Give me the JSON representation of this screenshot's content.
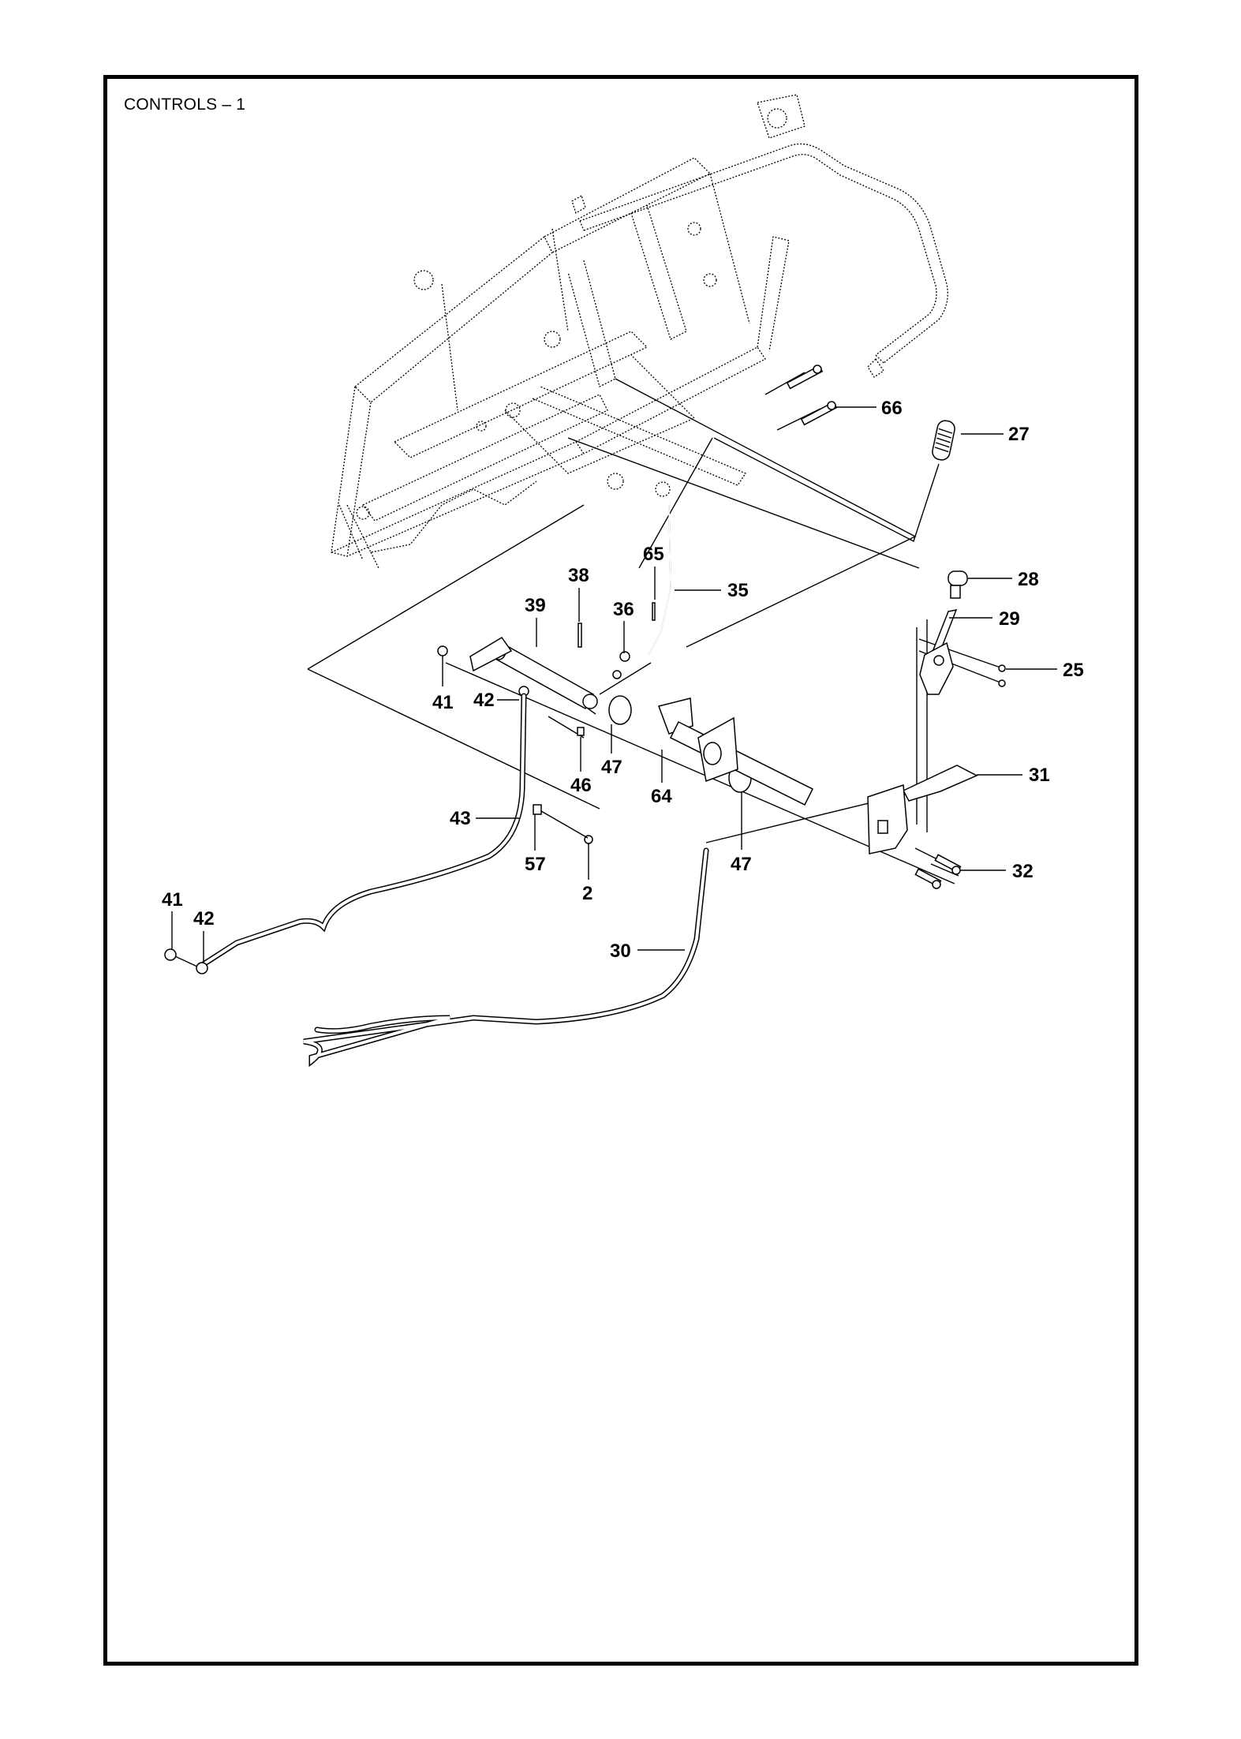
{
  "page": {
    "title": "CONTROLS – 1"
  },
  "diagram": {
    "type": "exploded-parts-view",
    "subject": "mower frame with control levers, shafts and cables",
    "callouts": [
      {
        "id": "c66",
        "label": "66"
      },
      {
        "id": "c27",
        "label": "27"
      },
      {
        "id": "c28",
        "label": "28"
      },
      {
        "id": "c29",
        "label": "29"
      },
      {
        "id": "c25",
        "label": "25"
      },
      {
        "id": "c65",
        "label": "65"
      },
      {
        "id": "c38",
        "label": "38"
      },
      {
        "id": "c35",
        "label": "35"
      },
      {
        "id": "c39",
        "label": "39"
      },
      {
        "id": "c36",
        "label": "36"
      },
      {
        "id": "c41a",
        "label": "41"
      },
      {
        "id": "c42a",
        "label": "42"
      },
      {
        "id": "c47a",
        "label": "47"
      },
      {
        "id": "c46",
        "label": "46"
      },
      {
        "id": "c64",
        "label": "64"
      },
      {
        "id": "c31",
        "label": "31"
      },
      {
        "id": "c43",
        "label": "43"
      },
      {
        "id": "c57",
        "label": "57"
      },
      {
        "id": "c2",
        "label": "2"
      },
      {
        "id": "c47b",
        "label": "47"
      },
      {
        "id": "c32",
        "label": "32"
      },
      {
        "id": "c41b",
        "label": "41"
      },
      {
        "id": "c42b",
        "label": "42"
      },
      {
        "id": "c30",
        "label": "30"
      }
    ]
  }
}
